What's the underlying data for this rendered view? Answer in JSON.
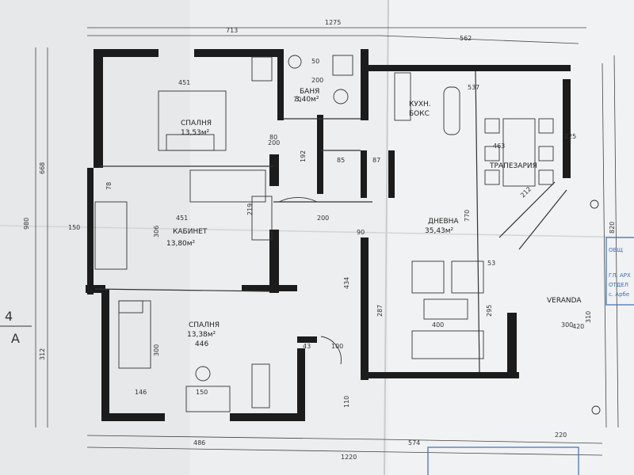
{
  "rooms": {
    "bedroom1": {
      "name": "СПАЛНЯ",
      "area": "13,53м²"
    },
    "bathroom": {
      "name": "БАНЯ",
      "area": "3,40м²"
    },
    "kitchen": {
      "name": "КУХН.",
      "name2": "БОКС"
    },
    "dining": {
      "name": "ТРАПЕЗАРИЯ"
    },
    "study": {
      "name": "КАБИНЕТ",
      "area": "13,80м²"
    },
    "living": {
      "name": "ДНЕВНА",
      "area": "35,43м²"
    },
    "bedroom2": {
      "name": "СПАЛНЯ",
      "area": "13,38м²",
      "width": "446"
    },
    "veranda": {
      "name": "VERANDA"
    }
  },
  "dimensions": {
    "top_total": "1275",
    "top_left": "713",
    "top_right": "562",
    "bottom_total": "1220",
    "bottom_left": "574",
    "bottom_right": "220",
    "left_total": "980",
    "left_upper": "668",
    "left_lower": "312",
    "bedroom1_width": "451",
    "study_width": "451",
    "bath_width": "200",
    "kitchen_width": "537",
    "hall_width": "200",
    "corridor_length": "434",
    "living_height": "770",
    "dining_height": "463",
    "veranda_width": "300",
    "bed2_left": "146",
    "bed2_window": "150",
    "bed2_bottom": "486",
    "misc": [
      "50",
      "200",
      "70",
      "80",
      "192",
      "85",
      "87",
      "90",
      "219",
      "306",
      "150",
      "78",
      "300",
      "287",
      "400",
      "225",
      "295",
      "212",
      "110",
      "43",
      "100",
      "53",
      "420",
      "820",
      "310"
    ]
  },
  "axis_marker": {
    "number": "4",
    "letter": "A"
  },
  "stamp_fragments": [
    "ОБЩ",
    "ГЛ. АРХ",
    "ОТДЕЛ",
    "с. Арбе"
  ],
  "colors": {
    "paper": "#eef0f1",
    "wall": "#1a1a1a",
    "line": "#555555",
    "stamp": "#3a6fb8"
  }
}
